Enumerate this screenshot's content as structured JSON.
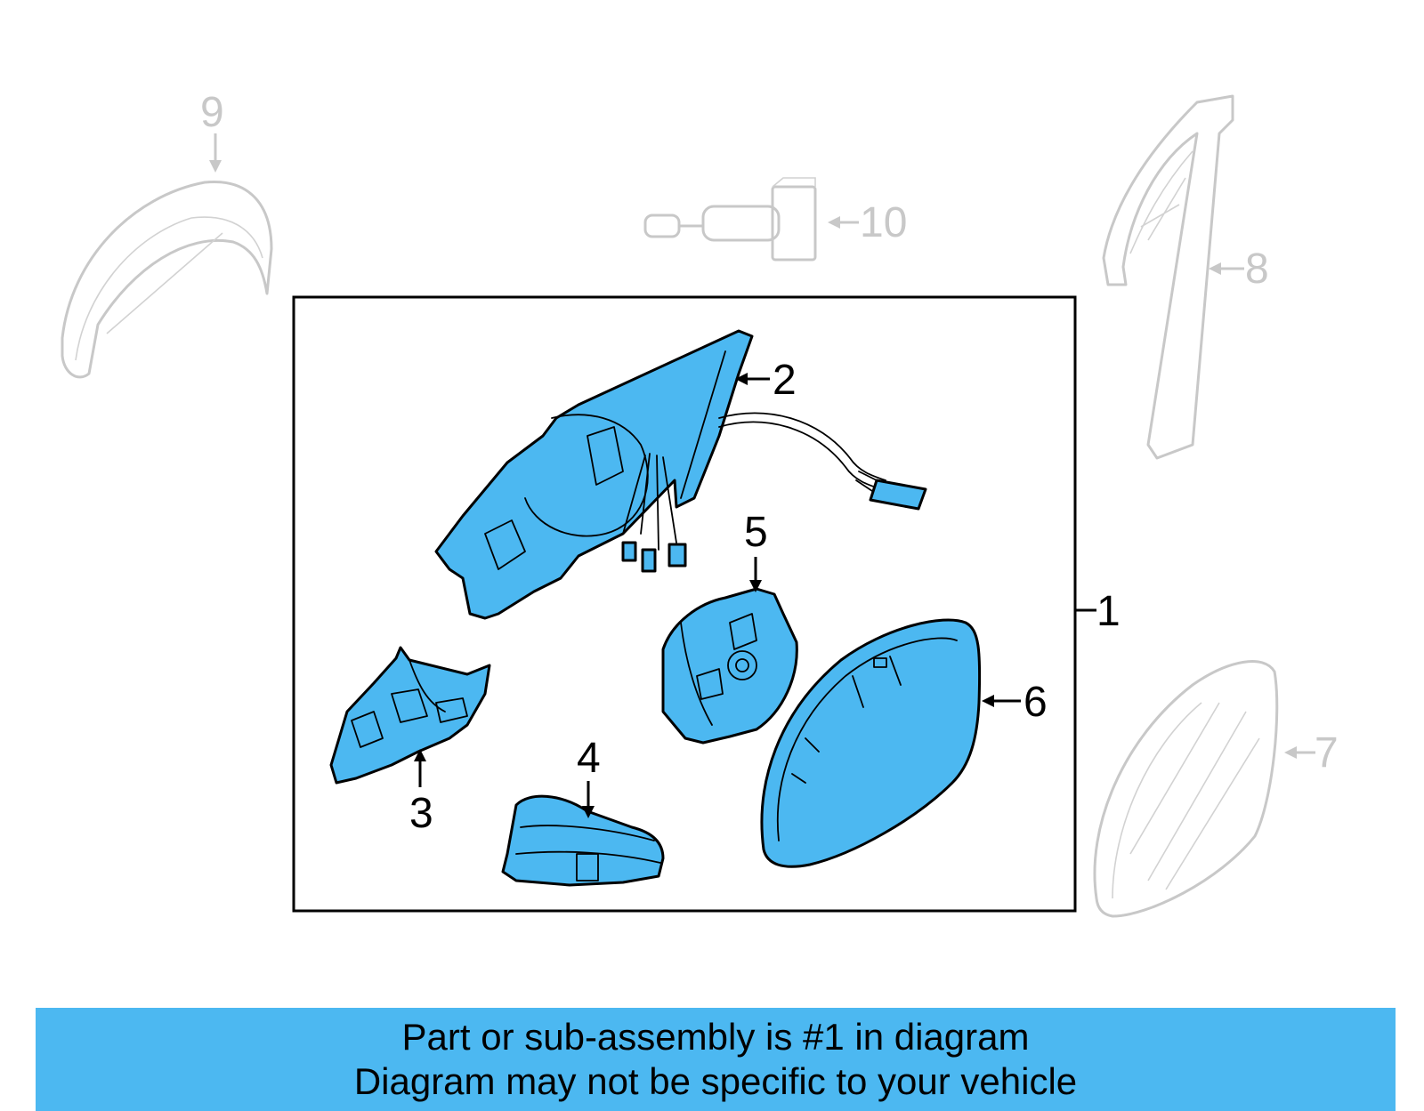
{
  "callouts": {
    "c1": "1",
    "c2": "2",
    "c3": "3",
    "c4": "4",
    "c5": "5",
    "c6": "6",
    "c7": "7",
    "c8": "8",
    "c9": "9",
    "c10": "10"
  },
  "colors": {
    "highlight_fill": "#4cb8f1",
    "faded_part": "#c8c8c8",
    "banner_bg": "#4cb8f1"
  },
  "banner": {
    "line1": "Part or sub-assembly is #1 in diagram",
    "line2": "Diagram may not be specific to your vehicle"
  }
}
